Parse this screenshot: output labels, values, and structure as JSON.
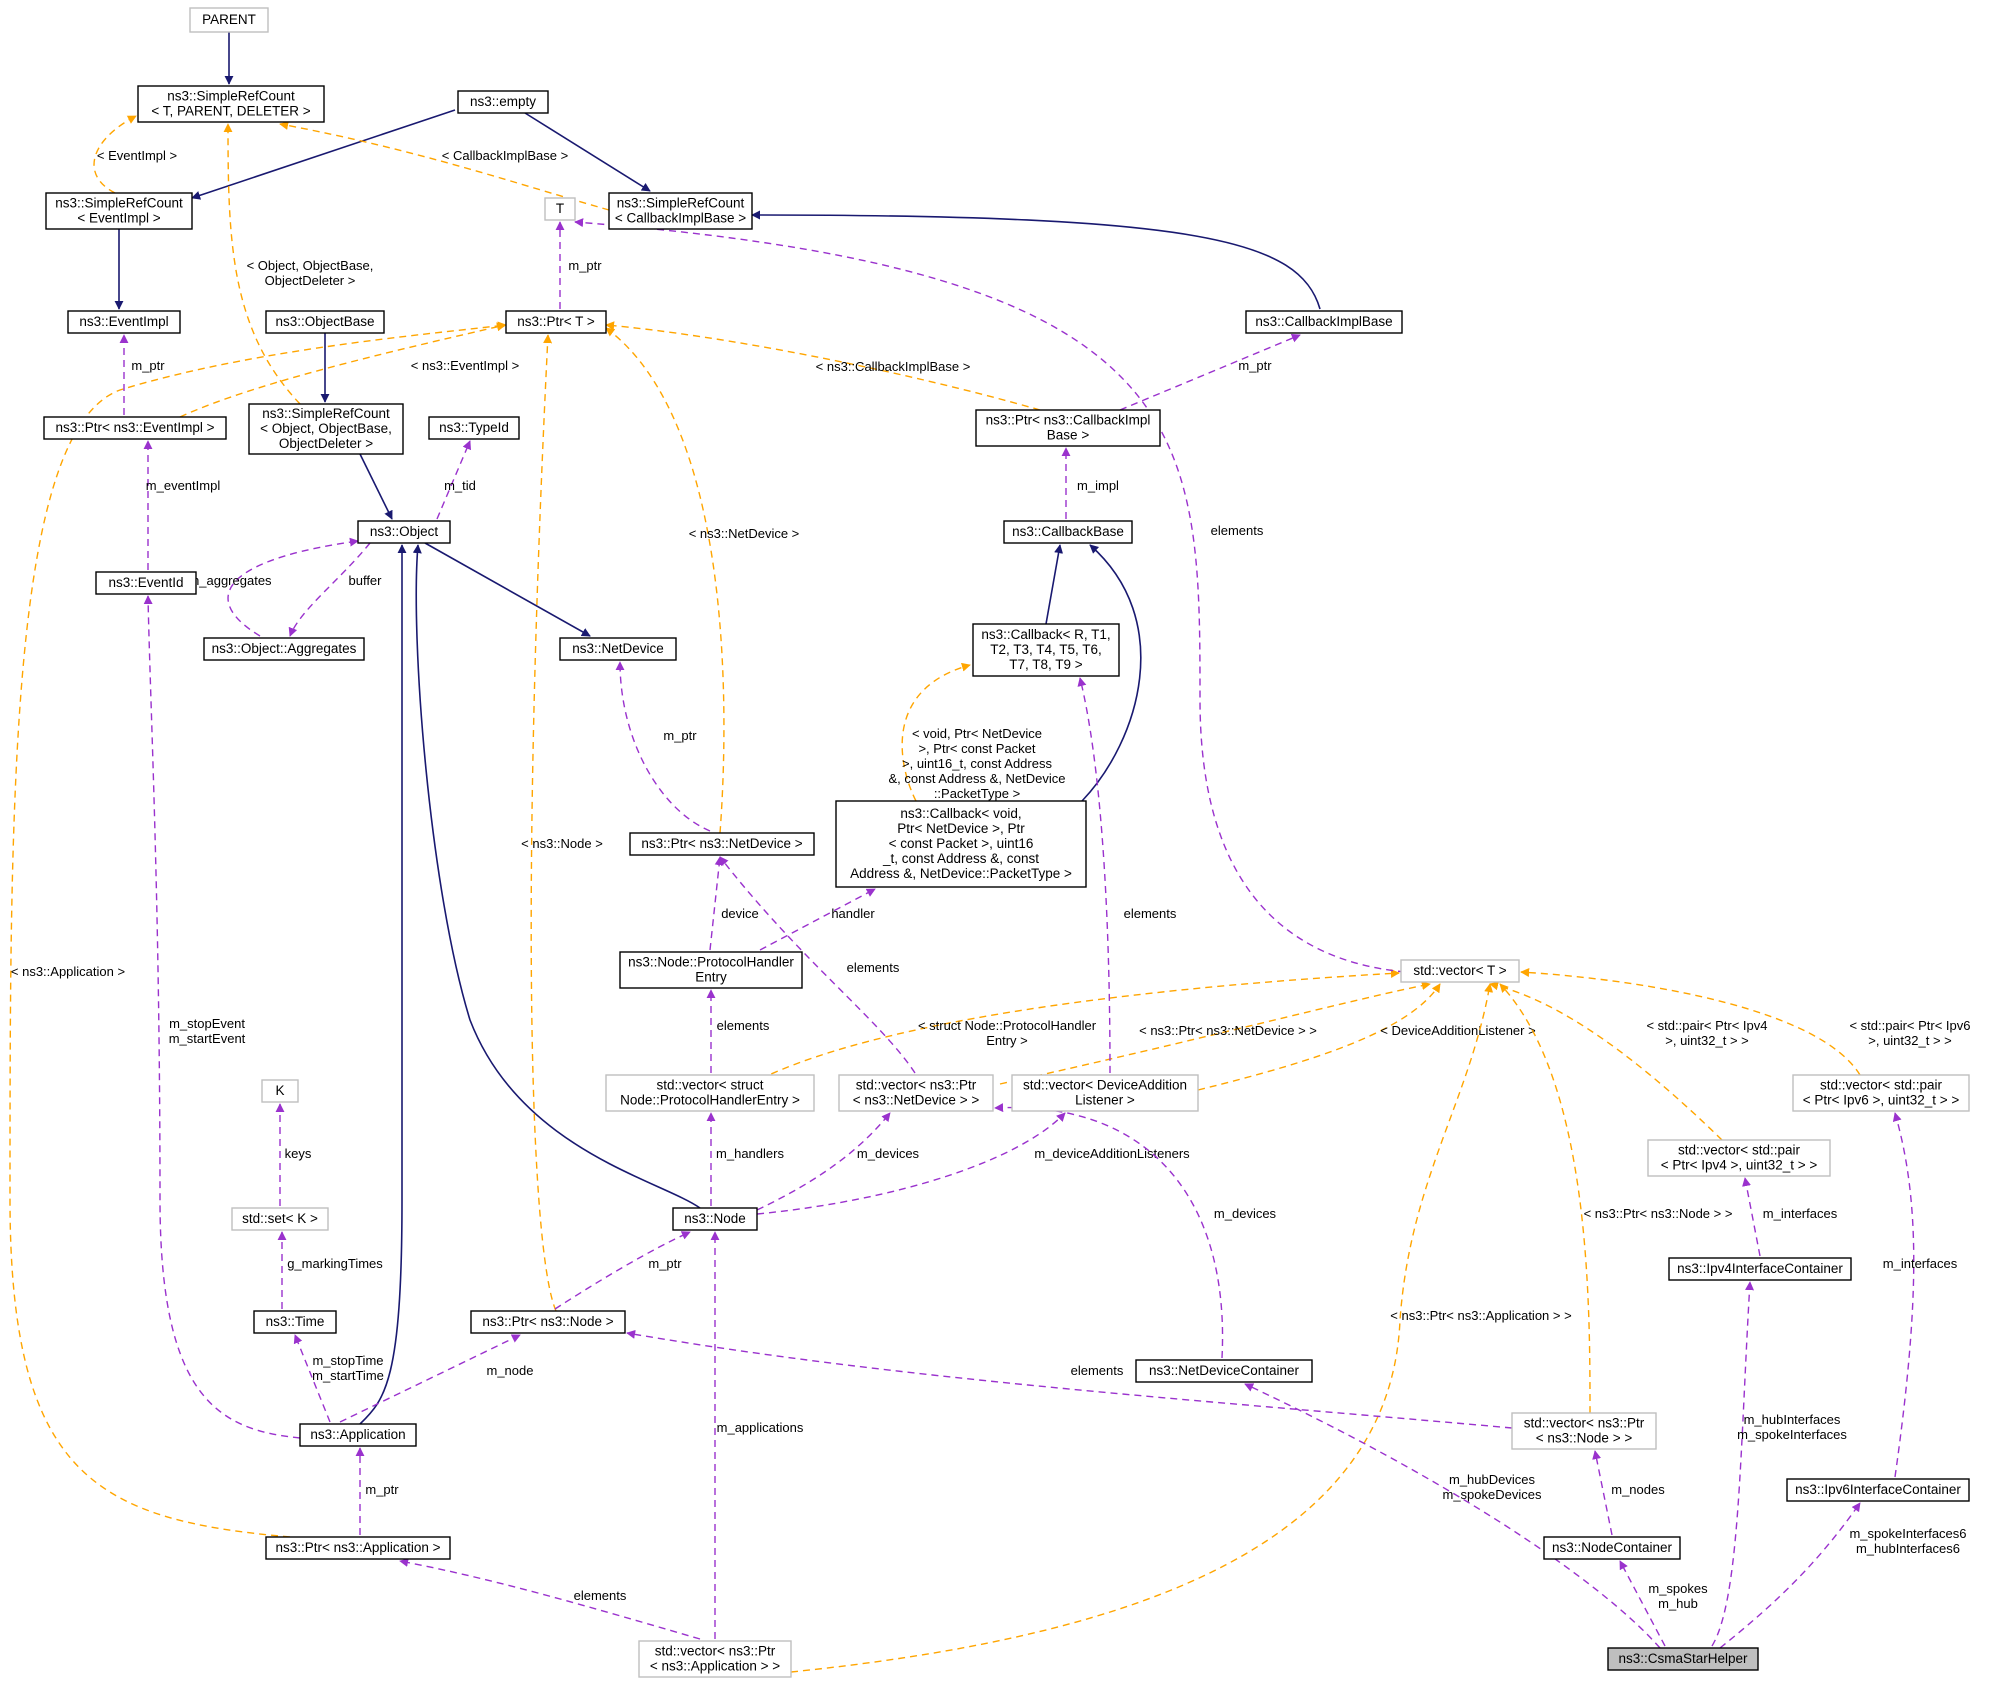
{
  "colors": {
    "inherit": "#191970",
    "usage": "#9a32cd",
    "template": "#ffa500",
    "box_solid": "#000000",
    "box_undocumented": "#bfbfbf",
    "highlight_fill": "#bfbfbf"
  },
  "nodes": [
    {
      "id": "parent",
      "lines": [
        "PARENT"
      ],
      "style": "grey"
    },
    {
      "id": "simplerefcount_t",
      "lines": [
        "ns3::SimpleRefCount",
        "< T, PARENT, DELETER >"
      ],
      "style": "solid"
    },
    {
      "id": "empty",
      "lines": [
        "ns3::empty"
      ],
      "style": "solid"
    },
    {
      "id": "simplerefcount_eventimpl",
      "lines": [
        "ns3::SimpleRefCount",
        "< EventImpl >"
      ],
      "style": "solid"
    },
    {
      "id": "T",
      "lines": [
        "T"
      ],
      "style": "grey"
    },
    {
      "id": "simplerefcount_callbackimplbase",
      "lines": [
        "ns3::SimpleRefCount",
        "< CallbackImplBase >"
      ],
      "style": "solid"
    },
    {
      "id": "eventimpl",
      "lines": [
        "ns3::EventImpl"
      ],
      "style": "solid"
    },
    {
      "id": "objectbase",
      "lines": [
        "ns3::ObjectBase"
      ],
      "style": "solid"
    },
    {
      "id": "ptr_t",
      "lines": [
        "ns3::Ptr< T >"
      ],
      "style": "solid"
    },
    {
      "id": "callbackimplbase",
      "lines": [
        "ns3::CallbackImplBase"
      ],
      "style": "solid"
    },
    {
      "id": "ptr_eventimpl",
      "lines": [
        "ns3::Ptr< ns3::EventImpl >"
      ],
      "style": "solid"
    },
    {
      "id": "simplerefcount_object",
      "lines": [
        "ns3::SimpleRefCount",
        "< Object, ObjectBase,",
        "ObjectDeleter >"
      ],
      "style": "solid"
    },
    {
      "id": "typeid",
      "lines": [
        "ns3::TypeId"
      ],
      "style": "solid"
    },
    {
      "id": "ptr_callbackimplbase",
      "lines": [
        "ns3::Ptr< ns3::CallbackImpl",
        "Base >"
      ],
      "style": "solid"
    },
    {
      "id": "object",
      "lines": [
        "ns3::Object"
      ],
      "style": "solid"
    },
    {
      "id": "callbackbase",
      "lines": [
        "ns3::CallbackBase"
      ],
      "style": "solid"
    },
    {
      "id": "eventid",
      "lines": [
        "ns3::EventId"
      ],
      "style": "solid"
    },
    {
      "id": "aggregates",
      "lines": [
        "ns3::Object::Aggregates"
      ],
      "style": "solid"
    },
    {
      "id": "netdevice",
      "lines": [
        "ns3::NetDevice"
      ],
      "style": "solid"
    },
    {
      "id": "callback_generic",
      "lines": [
        "ns3::Callback< R, T1,",
        "T2, T3, T4, T5, T6,",
        "T7, T8, T9 >"
      ],
      "style": "solid"
    },
    {
      "id": "callback_void",
      "lines": [
        "ns3::Callback< void,",
        "Ptr< NetDevice >, Ptr",
        "< const Packet >, uint16",
        "_t, const Address &, const",
        "Address &, NetDevice::PacketType >"
      ],
      "style": "solid"
    },
    {
      "id": "ptr_netdevice",
      "lines": [
        "ns3::Ptr< ns3::NetDevice >"
      ],
      "style": "solid"
    },
    {
      "id": "protocolhandlerentry",
      "lines": [
        "ns3::Node::ProtocolHandler",
        "Entry"
      ],
      "style": "solid"
    },
    {
      "id": "vector_T",
      "lines": [
        "std::vector< T >"
      ],
      "style": "grey"
    },
    {
      "id": "K",
      "lines": [
        "K"
      ],
      "style": "grey"
    },
    {
      "id": "vector_protocolhandlerentry",
      "lines": [
        "std::vector< struct",
        "Node::ProtocolHandlerEntry >"
      ],
      "style": "grey"
    },
    {
      "id": "vector_ptr_netdevice",
      "lines": [
        "std::vector< ns3::Ptr",
        "< ns3::NetDevice > >"
      ],
      "style": "grey"
    },
    {
      "id": "vector_deviceadditionlistener",
      "lines": [
        "std::vector< DeviceAddition",
        "Listener >"
      ],
      "style": "grey"
    },
    {
      "id": "vector_pair_ipv6",
      "lines": [
        "std::vector< std::pair",
        "< Ptr< Ipv6 >, uint32_t > >"
      ],
      "style": "grey"
    },
    {
      "id": "vector_pair_ipv4",
      "lines": [
        "std::vector< std::pair",
        "< Ptr< Ipv4 >, uint32_t > >"
      ],
      "style": "grey"
    },
    {
      "id": "set_K",
      "lines": [
        "std::set< K >"
      ],
      "style": "grey"
    },
    {
      "id": "node",
      "lines": [
        "ns3::Node"
      ],
      "style": "solid"
    },
    {
      "id": "ipv4interfacecontainer",
      "lines": [
        "ns3::Ipv4InterfaceContainer"
      ],
      "style": "solid"
    },
    {
      "id": "time",
      "lines": [
        "ns3::Time"
      ],
      "style": "solid"
    },
    {
      "id": "ptr_node",
      "lines": [
        "ns3::Ptr< ns3::Node >"
      ],
      "style": "solid"
    },
    {
      "id": "netdevicecontainer",
      "lines": [
        "ns3::NetDeviceContainer"
      ],
      "style": "solid"
    },
    {
      "id": "application",
      "lines": [
        "ns3::Application"
      ],
      "style": "solid"
    },
    {
      "id": "vector_ptr_node",
      "lines": [
        "std::vector< ns3::Ptr",
        "< ns3::Node > >"
      ],
      "style": "grey"
    },
    {
      "id": "ipv6interfacecontainer",
      "lines": [
        "ns3::Ipv6InterfaceContainer"
      ],
      "style": "solid"
    },
    {
      "id": "ptr_application",
      "lines": [
        "ns3::Ptr< ns3::Application >"
      ],
      "style": "solid"
    },
    {
      "id": "nodecontainer",
      "lines": [
        "ns3::NodeContainer"
      ],
      "style": "solid"
    },
    {
      "id": "vector_ptr_application",
      "lines": [
        "std::vector< ns3::Ptr",
        "< ns3::Application > >"
      ],
      "style": "grey"
    },
    {
      "id": "csmastarhelper",
      "lines": [
        "ns3::CsmaStarHelper"
      ],
      "style": "highlight"
    }
  ],
  "edges": [
    {
      "from": "parent",
      "to": "simplerefcount_t",
      "type": "inherit",
      "label": []
    },
    {
      "from": "empty",
      "to": "simplerefcount_eventimpl",
      "type": "inherit",
      "label": []
    },
    {
      "from": "empty",
      "to": "simplerefcount_callbackimplbase",
      "type": "inherit",
      "label": []
    },
    {
      "from": "simplerefcount_eventimpl",
      "to": "eventimpl",
      "type": "inherit",
      "label": []
    },
    {
      "from": "simplerefcount_callbackimplbase",
      "to": "callbackimplbase",
      "type": "inherit",
      "label": []
    },
    {
      "from": "objectbase",
      "to": "simplerefcount_object",
      "type": "inherit",
      "label": []
    },
    {
      "from": "simplerefcount_object",
      "to": "object",
      "type": "inherit",
      "label": []
    },
    {
      "from": "object",
      "to": "netdevice",
      "type": "inherit",
      "label": []
    },
    {
      "from": "object",
      "to": "node",
      "type": "inherit",
      "label": []
    },
    {
      "from": "object",
      "to": "application",
      "type": "inherit",
      "label": []
    },
    {
      "from": "callbackbase",
      "to": "callback_generic",
      "type": "inherit",
      "label": []
    },
    {
      "from": "callbackbase",
      "to": "callback_void",
      "type": "inherit",
      "label": []
    },
    {
      "from": "simplerefcount_t",
      "to": "simplerefcount_eventimpl",
      "type": "template",
      "label": [
        "< EventImpl >"
      ]
    },
    {
      "from": "simplerefcount_t",
      "to": "simplerefcount_callbackimplbase",
      "type": "template",
      "label": [
        "< CallbackImplBase >"
      ]
    },
    {
      "from": "simplerefcount_t",
      "to": "simplerefcount_object",
      "type": "template",
      "label": [
        "< Object, ObjectBase,",
        "ObjectDeleter >"
      ]
    },
    {
      "from": "ptr_t",
      "to": "ptr_eventimpl",
      "type": "template",
      "label": [
        "< ns3::EventImpl >"
      ]
    },
    {
      "from": "ptr_t",
      "to": "ptr_callbackimplbase",
      "type": "template",
      "label": [
        "< ns3::CallbackImplBase >"
      ]
    },
    {
      "from": "ptr_t",
      "to": "ptr_netdevice",
      "type": "template",
      "label": [
        "< ns3::NetDevice >"
      ]
    },
    {
      "from": "ptr_t",
      "to": "ptr_node",
      "type": "template",
      "label": [
        "< ns3::Node >"
      ]
    },
    {
      "from": "ptr_t",
      "to": "ptr_application",
      "type": "template",
      "label": [
        "< ns3::Application >"
      ]
    },
    {
      "from": "callback_generic",
      "to": "callback_void",
      "type": "template",
      "label": [
        "< void, Ptr< NetDevice",
        ">, Ptr< const Packet",
        ">, uint16_t, const Address",
        "&, const Address &, NetDevice",
        "::PacketType >"
      ]
    },
    {
      "from": "vector_T",
      "to": "vector_protocolhandlerentry",
      "type": "template",
      "label": [
        "< struct Node::ProtocolHandler",
        "Entry >"
      ]
    },
    {
      "from": "vector_T",
      "to": "vector_ptr_netdevice",
      "type": "template",
      "label": [
        "< ns3::Ptr< ns3::NetDevice > >"
      ]
    },
    {
      "from": "vector_T",
      "to": "vector_deviceadditionlistener",
      "type": "template",
      "label": [
        "< DeviceAdditionListener >"
      ]
    },
    {
      "from": "vector_T",
      "to": "vector_pair_ipv4",
      "type": "template",
      "label": [
        "< std::pair< Ptr< Ipv4",
        ">, uint32_t > >"
      ]
    },
    {
      "from": "vector_T",
      "to": "vector_pair_ipv6",
      "type": "template",
      "label": [
        "< std::pair< Ptr< Ipv6",
        ">, uint32_t > >"
      ]
    },
    {
      "from": "vector_T",
      "to": "vector_ptr_node",
      "type": "template",
      "label": [
        "< ns3::Ptr< ns3::Node > >"
      ]
    },
    {
      "from": "vector_T",
      "to": "vector_ptr_application",
      "type": "template",
      "label": [
        "< ns3::Ptr< ns3::Application > >"
      ]
    },
    {
      "from": "T",
      "to": "ptr_t",
      "type": "usage",
      "label": [
        "m_ptr"
      ]
    },
    {
      "from": "T",
      "to": "vector_T",
      "type": "usage",
      "label": [
        "elements"
      ]
    },
    {
      "from": "eventimpl",
      "to": "ptr_eventimpl",
      "type": "usage",
      "label": [
        "m_ptr"
      ]
    },
    {
      "from": "callbackimplbase",
      "to": "ptr_callbackimplbase",
      "type": "usage",
      "label": [
        "m_ptr"
      ]
    },
    {
      "from": "ptr_eventimpl",
      "to": "eventid",
      "type": "usage",
      "label": [
        "m_eventImpl"
      ]
    },
    {
      "from": "typeid",
      "to": "object",
      "type": "usage",
      "label": [
        "m_tid"
      ]
    },
    {
      "from": "ptr_callbackimplbase",
      "to": "callbackbase",
      "type": "usage",
      "label": [
        "m_impl"
      ]
    },
    {
      "from": "object",
      "to": "aggregates",
      "type": "usage",
      "label": [
        "m_aggregates"
      ]
    },
    {
      "from": "aggregates",
      "to": "object",
      "type": "usage",
      "label": [
        "buffer"
      ]
    },
    {
      "from": "netdevice",
      "to": "ptr_netdevice",
      "type": "usage",
      "label": [
        "m_ptr"
      ]
    },
    {
      "from": "eventid",
      "to": "application",
      "type": "usage",
      "label": [
        "m_stopEvent",
        "m_startEvent"
      ]
    },
    {
      "from": "callback_generic",
      "to": "vector_deviceadditionlistener",
      "type": "usage",
      "label": [
        "elements"
      ]
    },
    {
      "from": "ptr_netdevice",
      "to": "protocolhandlerentry",
      "type": "usage",
      "label": [
        "device"
      ]
    },
    {
      "from": "callback_void",
      "to": "protocolhandlerentry",
      "type": "usage",
      "label": [
        "handler"
      ]
    },
    {
      "from": "ptr_netdevice",
      "to": "vector_ptr_netdevice",
      "type": "usage",
      "label": [
        "elements"
      ]
    },
    {
      "from": "protocolhandlerentry",
      "to": "vector_protocolhandlerentry",
      "type": "usage",
      "label": [
        "elements"
      ]
    },
    {
      "from": "K",
      "to": "set_K",
      "type": "usage",
      "label": [
        "keys"
      ]
    },
    {
      "from": "vector_protocolhandlerentry",
      "to": "node",
      "type": "usage",
      "label": [
        "m_handlers"
      ]
    },
    {
      "from": "vector_ptr_netdevice",
      "to": "node",
      "type": "usage",
      "label": [
        "m_devices"
      ]
    },
    {
      "from": "vector_deviceadditionlistener",
      "to": "node",
      "type": "usage",
      "label": [
        "m_deviceAdditionListeners"
      ]
    },
    {
      "from": "vector_ptr_netdevice",
      "to": "netdevicecontainer",
      "type": "usage",
      "label": [
        "m_devices"
      ]
    },
    {
      "from": "set_K",
      "to": "time",
      "type": "usage",
      "label": [
        "g_markingTimes"
      ]
    },
    {
      "from": "node",
      "to": "ptr_node",
      "type": "usage",
      "label": [
        "m_ptr"
      ]
    },
    {
      "from": "vector_ptr_application",
      "to": "node",
      "type": "usage",
      "label": [
        "m_applications"
      ]
    },
    {
      "from": "vector_pair_ipv4",
      "to": "ipv4interfacecontainer",
      "type": "usage",
      "label": [
        "m_interfaces"
      ]
    },
    {
      "from": "vector_pair_ipv6",
      "to": "ipv6interfacecontainer",
      "type": "usage",
      "label": [
        "m_interfaces"
      ]
    },
    {
      "from": "time",
      "to": "application",
      "type": "usage",
      "label": [
        "m_stopTime",
        "m_startTime"
      ]
    },
    {
      "from": "ptr_node",
      "to": "application",
      "type": "usage",
      "label": [
        "m_node"
      ]
    },
    {
      "from": "ptr_node",
      "to": "vector_ptr_node",
      "type": "usage",
      "label": [
        "elements"
      ]
    },
    {
      "from": "application",
      "to": "ptr_application",
      "type": "usage",
      "label": [
        "m_ptr"
      ]
    },
    {
      "from": "ptr_application",
      "to": "vector_ptr_application",
      "type": "usage",
      "label": [
        "elements"
      ]
    },
    {
      "from": "vector_ptr_node",
      "to": "nodecontainer",
      "type": "usage",
      "label": [
        "m_nodes"
      ]
    },
    {
      "from": "netdevicecontainer",
      "to": "csmastarhelper",
      "type": "usage",
      "label": [
        "m_hubDevices",
        "m_spokeDevices"
      ]
    },
    {
      "from": "ipv4interfacecontainer",
      "to": "csmastarhelper",
      "type": "usage",
      "label": [
        "m_hubInterfaces",
        "m_spokeInterfaces"
      ]
    },
    {
      "from": "nodecontainer",
      "to": "csmastarhelper",
      "type": "usage",
      "label": [
        "m_spokes",
        "m_hub"
      ]
    },
    {
      "from": "ipv6interfacecontainer",
      "to": "csmastarhelper",
      "type": "usage",
      "label": [
        "m_spokeInterfaces6",
        "m_hubInterfaces6"
      ]
    }
  ]
}
